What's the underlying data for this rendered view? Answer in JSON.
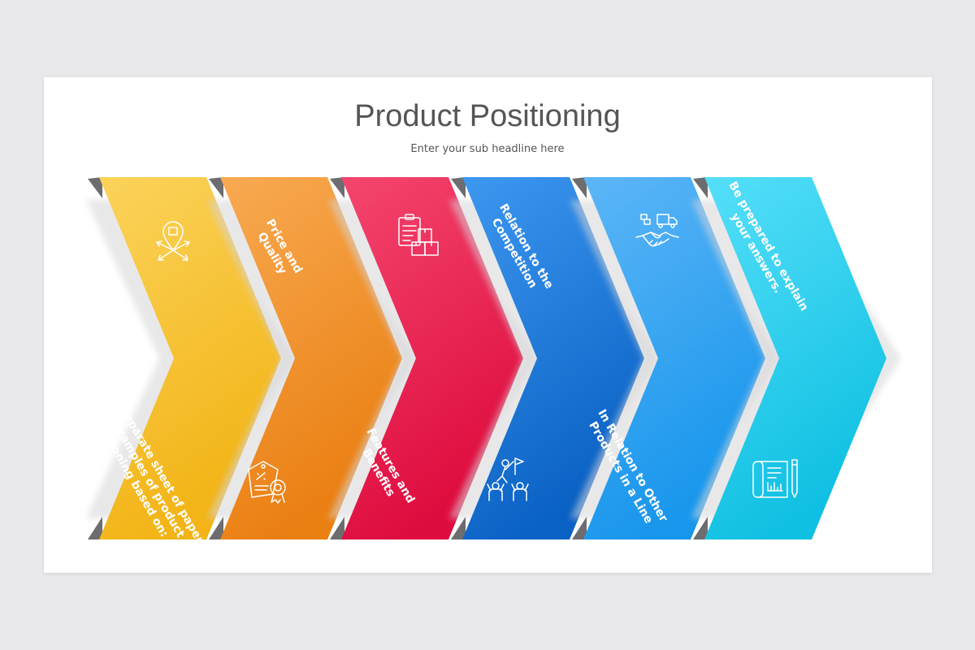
{
  "title": "Product Positioning",
  "subtitle": "Enter your sub headline here",
  "steps": [
    {
      "label_lines": [
        "On a separate sheet of paper,",
        "list examples of product",
        "positioning based on:"
      ],
      "label_position": "bottom",
      "icon": "location-pin-arrows-icon",
      "colors": [
        "#fbd35b",
        "#f2b416"
      ]
    },
    {
      "label_lines": [
        "Price and",
        "Quality"
      ],
      "label_position": "top",
      "icon": "price-tag-quality-badge-icon",
      "colors": [
        "#f8aa52",
        "#ea7f12"
      ]
    },
    {
      "label_lines": [
        "Features and",
        "Benefits"
      ],
      "label_position": "bottom",
      "icon": "clipboard-boxes-icon",
      "colors": [
        "#f4466e",
        "#de0c3e"
      ]
    },
    {
      "label_lines": [
        "Relation to the",
        "Competition"
      ],
      "label_position": "top",
      "icon": "competition-people-flag-icon",
      "colors": [
        "#3d98f0",
        "#0a61c4"
      ]
    },
    {
      "label_lines": [
        "In Relation to Other",
        "Products in a Line"
      ],
      "label_position": "bottom",
      "icon": "handshake-delivery-truck-icon",
      "colors": [
        "#5db6f7",
        "#1896ec"
      ]
    },
    {
      "label_lines": [
        "Be prepared to explain",
        "your answers."
      ],
      "label_position": "top",
      "icon": "blueprint-chart-icon",
      "colors": [
        "#55dff9",
        "#10c0e2"
      ]
    }
  ]
}
